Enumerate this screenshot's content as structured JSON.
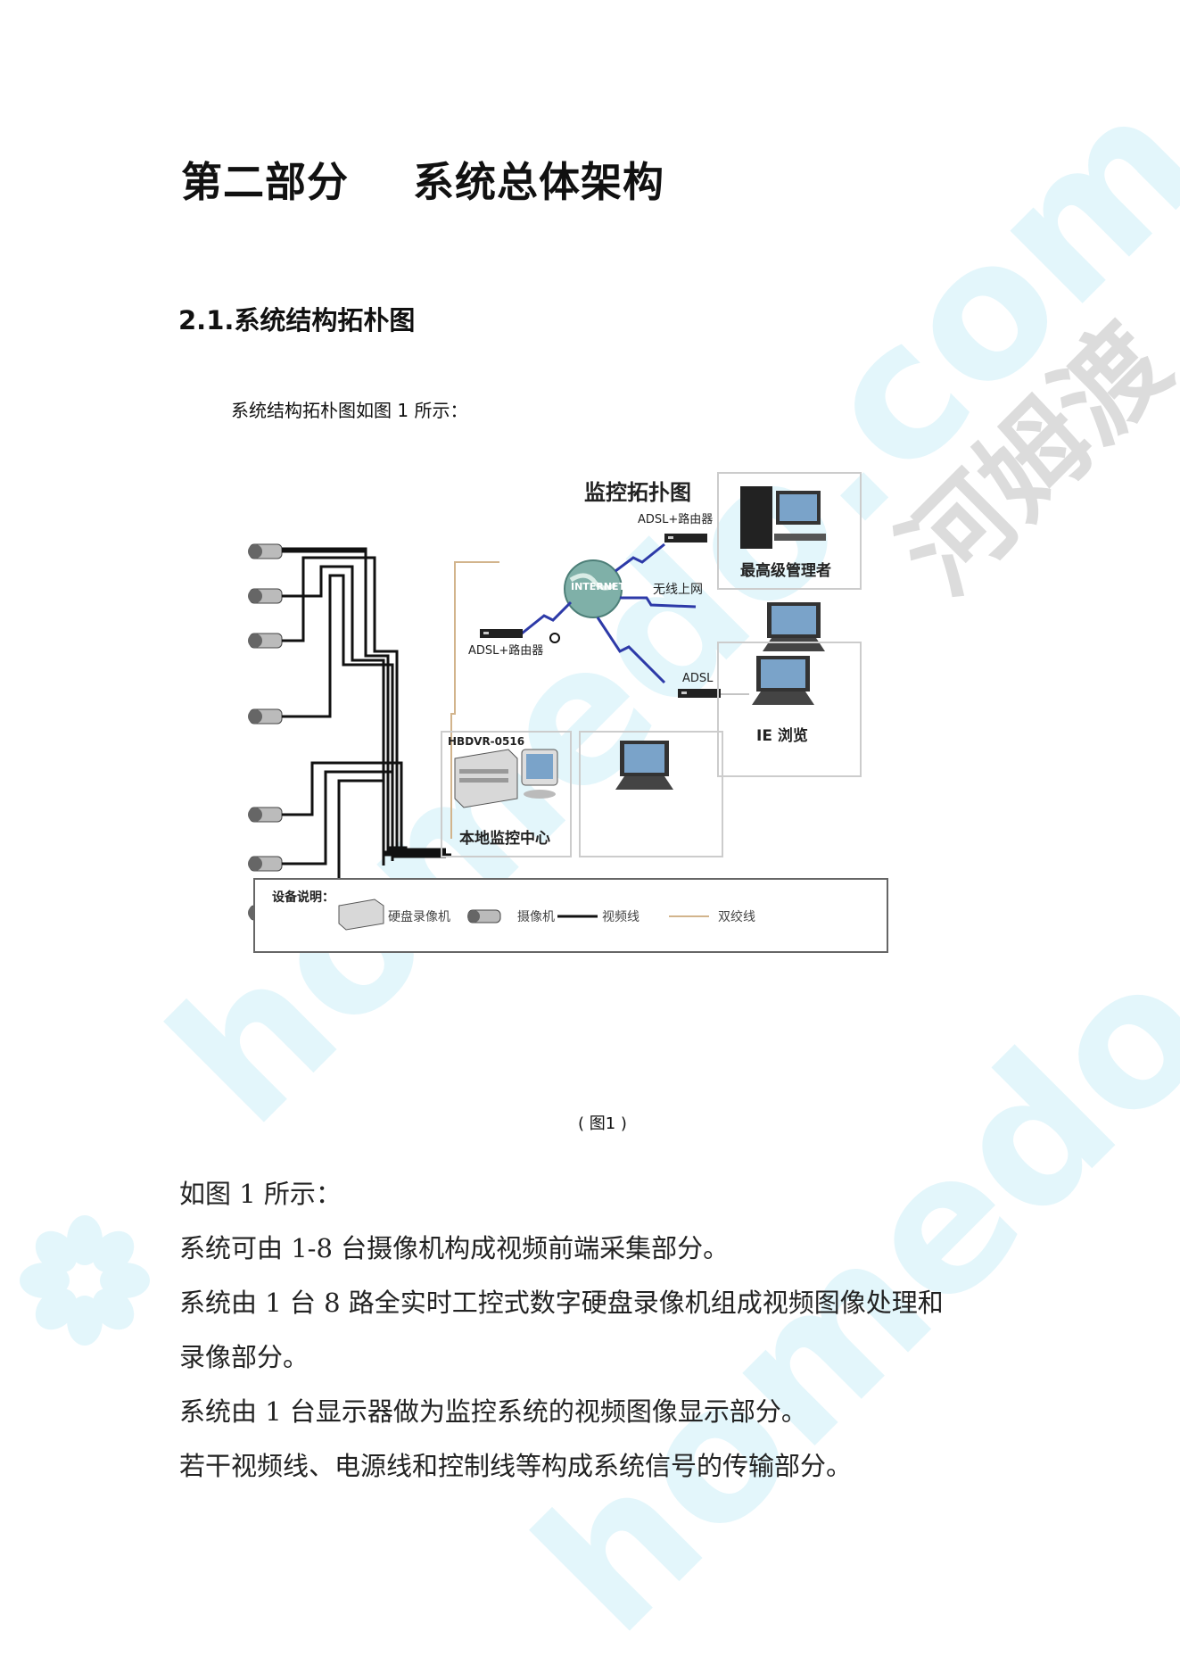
{
  "watermark": {
    "brand": "河姆渡",
    "url": "homedo.com"
  },
  "heading": {
    "part": "第二部分",
    "title": "系统总体架构"
  },
  "section": {
    "title": "2.1.系统结构拓朴图"
  },
  "intro_text": "系统结构拓朴图如图 1 所示：",
  "diagram": {
    "title": "监控拓扑图",
    "internet_label": "INTERNET",
    "adsl_router_top": "ADSL+路由器",
    "adsl_router_left": "ADSL+路由器",
    "wireless_label": "无线上网",
    "adsl_label": "ADSL",
    "admin_label": "最高级管理者",
    "ie_label": "IE 浏览",
    "dvr_model": "HBDVR-0516",
    "local_center_label": "本地监控中心",
    "legend": {
      "title": "设备说明：",
      "dvr": "硬盘录像机",
      "camera": "摄像机",
      "video_line": "视频线",
      "twisted_pair": "双绞线"
    }
  },
  "figure_caption": "( 图1 )",
  "body": [
    "如图 1 所示：",
    "系统可由 1-8 台摄像机构成视频前端采集部分。",
    "系统由 1 台 8 路全实时工控式数字硬盘录像机组成视频图像处理和",
    "录像部分。",
    "系统由 1 台显示器做为监控系统的视频图像显示部分。",
    "若干视频线、电源线和控制线等构成系统信号的传输部分。"
  ]
}
